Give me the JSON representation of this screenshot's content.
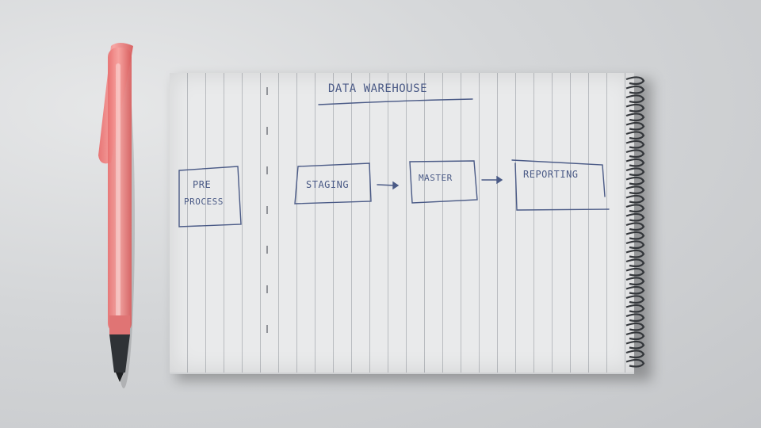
{
  "drawing": {
    "title": "DATA WAREHOUSE",
    "left_box": {
      "line1": "PRE",
      "line2": "PROCESS"
    },
    "stages": [
      "STAGING",
      "MASTER",
      "REPORTING"
    ]
  },
  "colors": {
    "ink": "#4a5a86",
    "pen_body": "#f08a8a",
    "paper": "#e9eaeb",
    "desk": "#d4d6d8"
  }
}
